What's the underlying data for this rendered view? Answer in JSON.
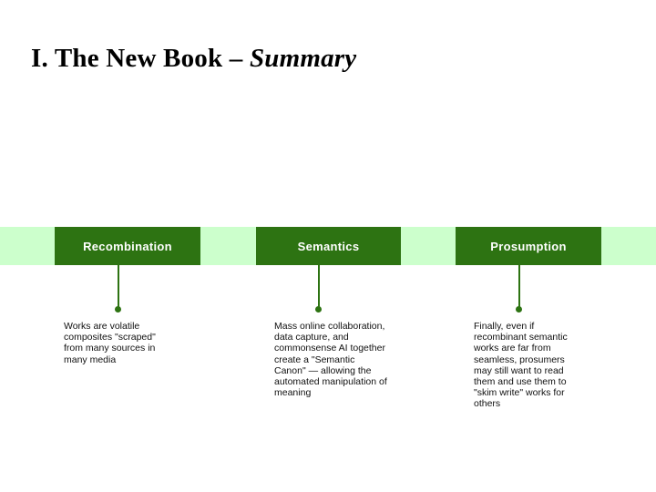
{
  "slide": {
    "title": {
      "roman": "I.  The New Book – ",
      "italic": "Summary"
    },
    "colors": {
      "band_light_green": "#ccffcc",
      "box_dark_green": "#2d7312",
      "box_label_text": "#ffffff",
      "body_text": "#101010",
      "slide_background": "#ffffff"
    },
    "stages": [
      {
        "label": "Recombination",
        "body": "Works are volatile composites \"scraped\" from many sources in many media"
      },
      {
        "label": "Semantics",
        "body": "Mass online collaboration, data capture, and commonsense AI together create a \"Semantic Canon\" — allowing the automated manipulation of meaning"
      },
      {
        "label": "Prosumption",
        "body": "Finally, even if recombinant semantic works are far from seamless, prosumers may still want to read them and use them to \"skim write\" works for others"
      }
    ]
  }
}
